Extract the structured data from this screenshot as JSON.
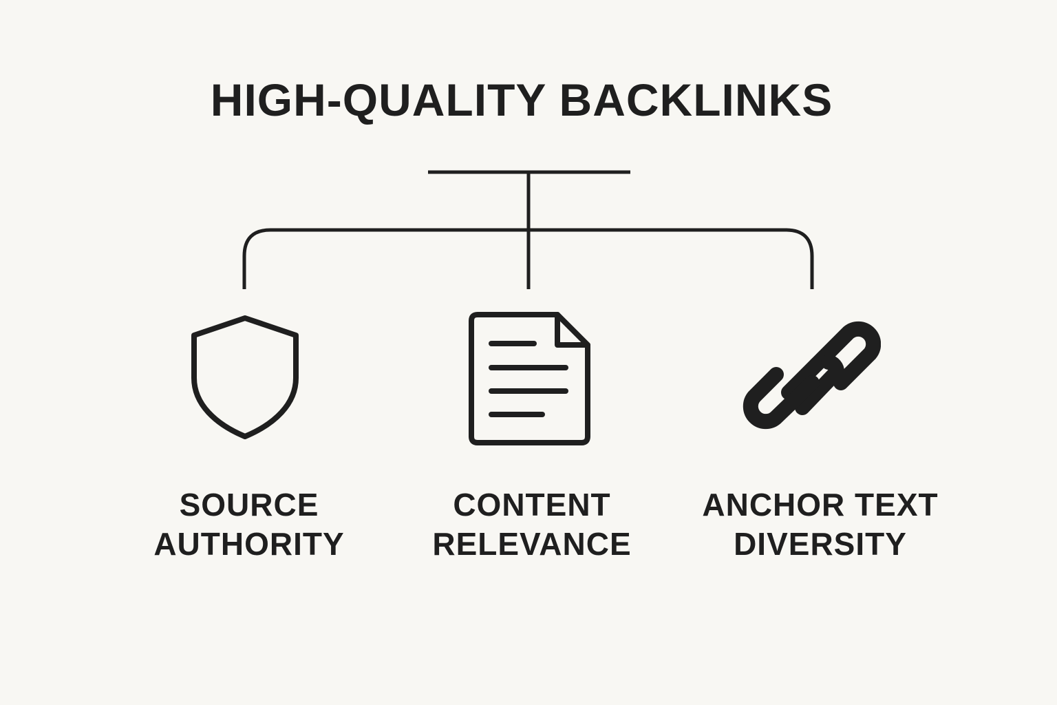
{
  "diagram": {
    "title": "HIGH-QUALITY BACKLINKS",
    "colors": {
      "background": "#f8f7f3",
      "ink": "#1f1f1f"
    },
    "branches": [
      {
        "icon": "shield-icon",
        "label_line1": "SOURCE",
        "label_line2": "AUTHORITY"
      },
      {
        "icon": "document-icon",
        "label_line1": "CONTENT",
        "label_line2": "RELEVANCE"
      },
      {
        "icon": "chain-link-icon",
        "label_line1": "ANCHOR TEXT",
        "label_line2": "DIVERSITY"
      }
    ]
  }
}
